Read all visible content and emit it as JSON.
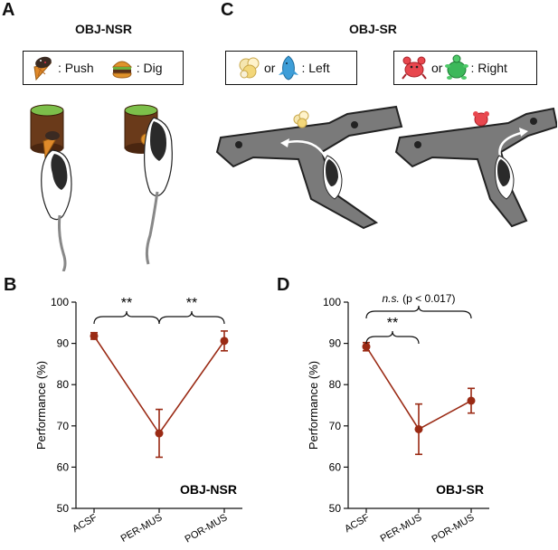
{
  "panels": {
    "a": {
      "letter": "A",
      "title": "OBJ-NSR",
      "rule_push": ": Push",
      "rule_dig": ": Dig"
    },
    "c": {
      "letter": "C",
      "title": "OBJ-SR",
      "rule_or": "or",
      "rule_left": ": Left",
      "rule_right": ": Right"
    },
    "b": {
      "letter": "B"
    },
    "d": {
      "letter": "D"
    }
  },
  "colors": {
    "data": "#9a2a14",
    "maze": "#7a7a7a",
    "maze_edge": "#222222"
  },
  "chart_data": [
    {
      "type": "line",
      "panel": "B",
      "title": "OBJ-NSR",
      "ylabel": "Performance (%)",
      "xlabel": "",
      "categories": [
        "ACSF",
        "PER-MUS",
        "POR-MUS"
      ],
      "ylim": [
        50,
        100
      ],
      "yticks": [
        "50",
        "60",
        "70",
        "80",
        "90",
        "100"
      ],
      "series": [
        {
          "values": [
            91.8,
            68.2,
            90.6
          ],
          "error": [
            0.8,
            5.8,
            2.4
          ]
        }
      ],
      "annotations": [
        {
          "text": "**",
          "between": [
            "ACSF",
            "PER-MUS"
          ]
        },
        {
          "text": "**",
          "between": [
            "PER-MUS",
            "POR-MUS"
          ]
        }
      ]
    },
    {
      "type": "line",
      "panel": "D",
      "title": "OBJ-SR",
      "ylabel": "Performance (%)",
      "xlabel": "",
      "categories": [
        "ACSF",
        "PER-MUS",
        "POR-MUS"
      ],
      "ylim": [
        50,
        100
      ],
      "yticks": [
        "50",
        "60",
        "70",
        "80",
        "90",
        "100"
      ],
      "series": [
        {
          "values": [
            89.2,
            69.2,
            76.1
          ],
          "error": [
            1.0,
            6.1,
            3.0
          ]
        }
      ],
      "annotations": [
        {
          "text": "**",
          "between": [
            "ACSF",
            "PER-MUS"
          ]
        },
        {
          "text": "n.s.",
          "text_suffix": " (p < 0.017)",
          "between": [
            "ACSF",
            "POR-MUS"
          ]
        }
      ]
    }
  ]
}
